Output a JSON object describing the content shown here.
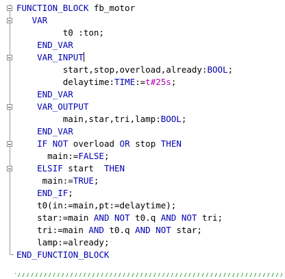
{
  "editor": {
    "lines": [
      {
        "indent": 0,
        "tokens": [
          {
            "t": "FUNCTION_BLOCK",
            "c": "kw"
          },
          {
            "t": " fb_motor",
            "c": ""
          }
        ]
      },
      {
        "indent": 3,
        "tokens": [
          {
            "t": "VAR",
            "c": "kw"
          }
        ]
      },
      {
        "indent": 9,
        "tokens": [
          {
            "t": "t0 :ton;",
            "c": ""
          }
        ]
      },
      {
        "indent": 4,
        "tokens": [
          {
            "t": "END_VAR",
            "c": "kw"
          }
        ]
      },
      {
        "indent": 4,
        "tokens": [
          {
            "t": "VAR_INPUT",
            "c": "kw"
          },
          {
            "t": "",
            "c": "cursor"
          }
        ]
      },
      {
        "indent": 9,
        "tokens": [
          {
            "t": "start,stop,overload,already:",
            "c": ""
          },
          {
            "t": "BOOL",
            "c": "ty"
          },
          {
            "t": ";",
            "c": ""
          }
        ]
      },
      {
        "indent": 9,
        "tokens": [
          {
            "t": "delaytime:",
            "c": ""
          },
          {
            "t": "TIME",
            "c": "ty"
          },
          {
            "t": ":=",
            "c": ""
          },
          {
            "t": "t#25s",
            "c": "lit"
          },
          {
            "t": ";",
            "c": ""
          }
        ]
      },
      {
        "indent": 4,
        "tokens": [
          {
            "t": "END_VAR",
            "c": "kw"
          }
        ]
      },
      {
        "indent": 4,
        "tokens": [
          {
            "t": "VAR_OUTPUT",
            "c": "kw"
          }
        ]
      },
      {
        "indent": 9,
        "tokens": [
          {
            "t": "main,star,tri,lamp:",
            "c": ""
          },
          {
            "t": "BOOL",
            "c": "ty"
          },
          {
            "t": ";",
            "c": ""
          }
        ]
      },
      {
        "indent": 4,
        "tokens": [
          {
            "t": "END_VAR",
            "c": "kw"
          }
        ]
      },
      {
        "indent": 4,
        "tokens": [
          {
            "t": "IF",
            "c": "kw"
          },
          {
            "t": " ",
            "c": ""
          },
          {
            "t": "NOT",
            "c": "kw"
          },
          {
            "t": " overload ",
            "c": ""
          },
          {
            "t": "OR",
            "c": "kw"
          },
          {
            "t": " stop ",
            "c": ""
          },
          {
            "t": "THEN",
            "c": "kw"
          }
        ]
      },
      {
        "indent": 6,
        "tokens": [
          {
            "t": "main:=",
            "c": ""
          },
          {
            "t": "FALSE",
            "c": "kw"
          },
          {
            "t": ";",
            "c": ""
          }
        ]
      },
      {
        "indent": 4,
        "tokens": [
          {
            "t": "ELSIF",
            "c": "kw"
          },
          {
            "t": " start  ",
            "c": ""
          },
          {
            "t": "THEN",
            "c": "kw"
          }
        ]
      },
      {
        "indent": 5,
        "tokens": [
          {
            "t": "main:=",
            "c": ""
          },
          {
            "t": "TRUE",
            "c": "kw"
          },
          {
            "t": ";",
            "c": ""
          }
        ]
      },
      {
        "indent": 4,
        "tokens": [
          {
            "t": "END_IF",
            "c": "kw"
          },
          {
            "t": ";",
            "c": ""
          }
        ]
      },
      {
        "indent": 4,
        "tokens": [
          {
            "t": "t0(in:=main,pt:=delaytime);",
            "c": ""
          }
        ]
      },
      {
        "indent": 4,
        "tokens": [
          {
            "t": "star:=main ",
            "c": ""
          },
          {
            "t": "AND",
            "c": "kw"
          },
          {
            "t": " ",
            "c": ""
          },
          {
            "t": "NOT",
            "c": "kw"
          },
          {
            "t": " t0.q ",
            "c": ""
          },
          {
            "t": "AND",
            "c": "kw"
          },
          {
            "t": " ",
            "c": ""
          },
          {
            "t": "NOT",
            "c": "kw"
          },
          {
            "t": " tri;",
            "c": ""
          }
        ]
      },
      {
        "indent": 4,
        "tokens": [
          {
            "t": "tri:=main ",
            "c": ""
          },
          {
            "t": "AND",
            "c": "kw"
          },
          {
            "t": " t0.q ",
            "c": ""
          },
          {
            "t": "AND",
            "c": "kw"
          },
          {
            "t": " ",
            "c": ""
          },
          {
            "t": "NOT",
            "c": "kw"
          },
          {
            "t": " star;",
            "c": ""
          }
        ]
      },
      {
        "indent": 4,
        "tokens": [
          {
            "t": "lamp:=already;",
            "c": ""
          }
        ]
      },
      {
        "indent": 0,
        "tokens": [
          {
            "t": "END_FUNCTION_BLOCK",
            "c": "kw"
          }
        ]
      }
    ],
    "fold_markers": [
      0,
      1,
      4,
      8,
      11,
      13
    ]
  }
}
